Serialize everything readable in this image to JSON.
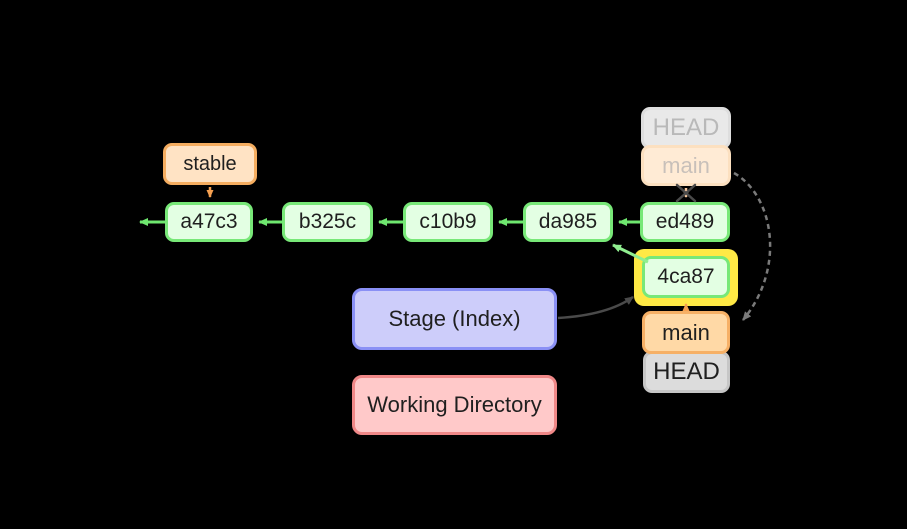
{
  "diagram": {
    "background": "#000000",
    "commits": [
      {
        "label": "a47c3"
      },
      {
        "label": "b325c"
      },
      {
        "label": "c10b9"
      },
      {
        "label": "da985"
      },
      {
        "label": "ed489"
      }
    ],
    "new_commit": {
      "label": "4ca87"
    },
    "branch_stable": {
      "label": "stable"
    },
    "ghost_head": {
      "label": "HEAD"
    },
    "ghost_main": {
      "label": "main"
    },
    "head": {
      "label": "HEAD"
    },
    "main": {
      "label": "main"
    },
    "stage": {
      "label": "Stage (Index)"
    },
    "working_directory": {
      "label": "Working Directory"
    },
    "colors": {
      "commit_fill": "#E3FFE3",
      "commit_border": "#78E878",
      "arrow_green": "#6FE76F",
      "arrow_light_green": "#90EE90",
      "stable_fill": "#FFE3C4",
      "stable_border": "#F5AD60",
      "arrow_orange": "#F5A050",
      "arrow_ghost_orange": "#F8C9A0",
      "ghost_head_fill": "#E9E9E9",
      "ghost_head_border": "#DEDEDE",
      "ghost_text": "#B9B9B9",
      "ghost_main_fill": "#FFEBD5",
      "ghost_main_border": "#FCE0C0",
      "main_fill": "#FFD9A6",
      "main_border": "#F6B066",
      "head_fill": "#DCDCDC",
      "head_border": "#C6C6C6",
      "highlight_yellow": "#FFE945",
      "stage_fill": "#CDCDFA",
      "stage_border": "#8A90F5",
      "working_fill": "#FFC9C9",
      "working_border": "#F08888",
      "arrow_dark": "#4A4A4A",
      "arrow_dashed_gray": "#7A7A7A"
    }
  }
}
